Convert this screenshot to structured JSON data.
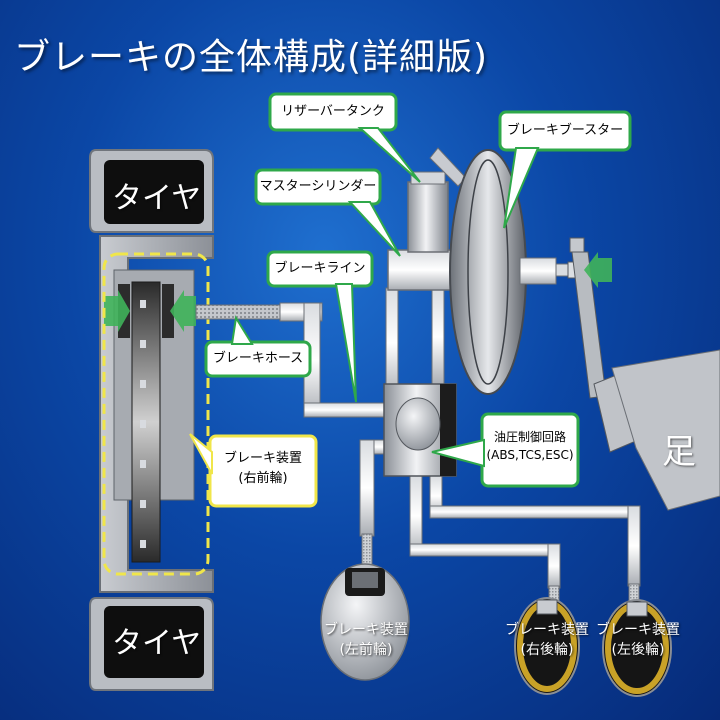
{
  "title": "ブレーキの全体構成(詳細版)",
  "tires": {
    "top": "タイヤ",
    "bottom": "タイヤ"
  },
  "foot": "足",
  "callouts": {
    "reservoir": "リザーバータンク",
    "booster": "ブレーキブースター",
    "master_cylinder": "マスターシリンダー",
    "brake_line": "ブレーキライン",
    "brake_hose": "ブレーキホース",
    "brake_device_line1": "ブレーキ装置",
    "brake_device_line2": "(右前輪)",
    "hydraulic_line1": "油圧制御回路",
    "hydraulic_line2": "(ABS,TCS,ESC)"
  },
  "wheels": {
    "left_front": {
      "line1": "ブレーキ装置",
      "line2": "(左前輪)"
    },
    "right_rear": {
      "line1": "ブレーキ装置",
      "line2": "(右後輪)"
    },
    "left_rear": {
      "line1": "ブレーキ装置",
      "line2": "(左後輪)"
    }
  },
  "colors": {
    "background": "#0b47a6",
    "callout_fill": "#ffffff",
    "green_callout_border": "#2fa84a",
    "yellow_callout_border": "#f0e64a",
    "highlight_dashed": "#f0e64a",
    "arrow_green": "#3fb25a"
  }
}
